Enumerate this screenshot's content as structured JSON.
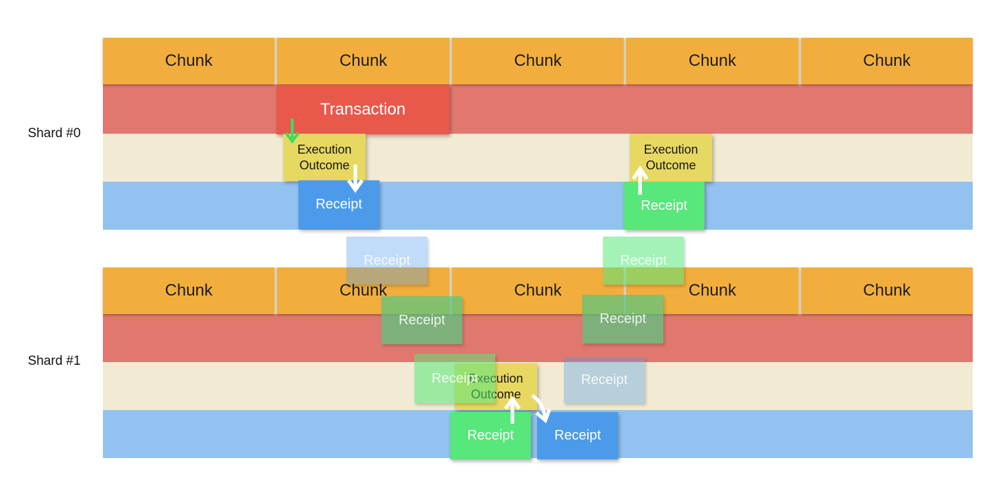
{
  "labels": {
    "shard0": "Shard #0",
    "shard1": "Shard #1",
    "chunk": "Chunk",
    "transaction": "Transaction",
    "execution_outcome_line1": "Execution",
    "execution_outcome_line2": "Outcome",
    "receipt": "Receipt"
  },
  "colors": {
    "chunk_orange": "#F2AE3C",
    "chunk_separator": "#EAE0C5",
    "transaction_band_red": "#E0786F",
    "transaction_box_red": "#E8594C",
    "execution_band_cream": "#F0EBD2",
    "execution_outcome_yellow": "#E7D862",
    "receipt_band_blue": "#92C3F0",
    "receipt_box_blue": "#4C9BEA",
    "receipt_box_green": "#57E77A",
    "arrow_green": "#3EDC5E",
    "arrow_white": "#FFFFFF",
    "text_dark": "#1C1C1C",
    "text_white": "#FFFFFF"
  }
}
